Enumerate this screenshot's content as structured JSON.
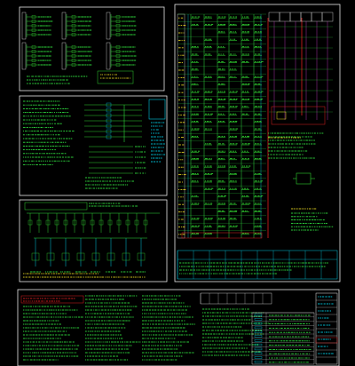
{
  "drawing": {
    "background": "#000000",
    "line_colors": {
      "frame": "#e8e8e8",
      "wire": "#30d030",
      "text": "#30e040",
      "accent_cyan": "#00c8e0",
      "accent_red": "#e02020",
      "accent_yellow": "#e0d020",
      "accent_magenta": "#d040d0"
    }
  },
  "panels": [
    {
      "name": "panel-top-left-distribution",
      "label": ""
    },
    {
      "name": "panel-mid-left-schematic",
      "label": ""
    },
    {
      "name": "panel-lower-left-wiring",
      "label": ""
    },
    {
      "name": "panel-riser-diagram",
      "label": ""
    },
    {
      "name": "panel-bottom-notes",
      "label": ""
    }
  ],
  "riser": {
    "floors": 30,
    "columns": 8
  }
}
